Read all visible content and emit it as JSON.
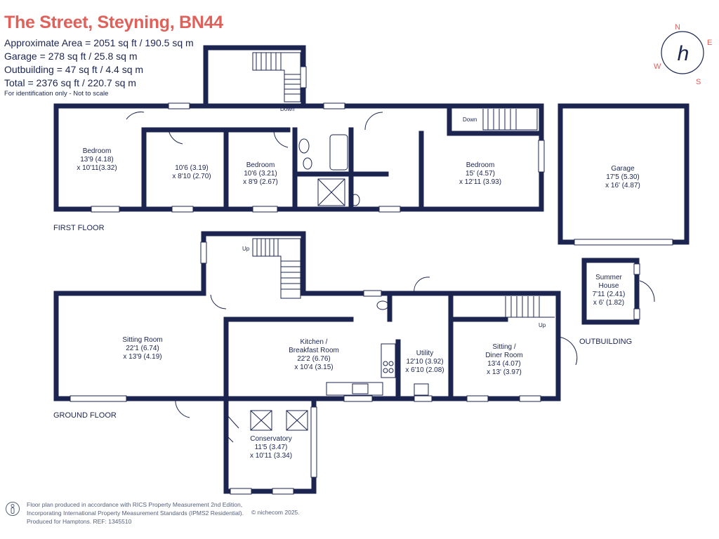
{
  "header": {
    "title": "The Street, Steyning, BN44",
    "area_lines": [
      "Approximate Area = 2051 sq ft / 190.5 sq m",
      "Garage = 278 sq ft / 25.8 sq m",
      "Outbuilding = 47 sq ft / 4.4 sq m",
      "Total = 2376 sq ft / 220.7 sq m"
    ],
    "note": "For identification only - Not to scale"
  },
  "floors": {
    "first": "FIRST FLOOR",
    "ground": "GROUND FLOOR",
    "outbuilding": "OUTBUILDING"
  },
  "rooms": {
    "bedroom1": [
      "Bedroom",
      "13'9 (4.18)",
      "x 10'11(3.32)"
    ],
    "room_small": [
      "10'6 (3.19)",
      "x 8'10 (2.70)"
    ],
    "bedroom2": [
      "Bedroom",
      "10'6 (3.21)",
      "x 8'9 (2.67)"
    ],
    "bedroom3": [
      "Bedroom",
      "15' (4.57)",
      "x 12'11 (3.93)"
    ],
    "garage": [
      "Garage",
      "17'5 (5.30)",
      "x 16' (4.87)"
    ],
    "sitting": [
      "Sitting Room",
      "22'1 (6.74)",
      "x 13'9 (4.19)"
    ],
    "kitchen": [
      "Kitchen /",
      "Breakfast Room",
      "22'2 (6.76)",
      "x 10'4 (3.15)"
    ],
    "utility": [
      "Utility",
      "12'10 (3.92)",
      "x 6'10 (2.08)"
    ],
    "diner": [
      "Sitting /",
      "Diner Room",
      "13'4 (4.07)",
      "x 13' (3.97)"
    ],
    "conservatory": [
      "Conservatory",
      "11'5 (3.47)",
      "x 10'11 (3.34)"
    ],
    "summer_house": [
      "Summer",
      "House",
      "7'11 (2.41)",
      "x 6' (1.82)"
    ]
  },
  "stair_labels": {
    "down1": "Down",
    "down2": "Down",
    "up1": "Up",
    "up2": "Up"
  },
  "compass": {
    "n": "N",
    "w": "W",
    "s": "S",
    "e": "E",
    "logo": "h",
    "color": "#e0605a"
  },
  "footer": {
    "lines": [
      "Floor plan produced in accordance with RICS Property Measurement 2nd Edition,",
      "Incorporating International Property Measurement Standards (IPMS2 Residential).",
      "Produced for Hamptons.   REF:  1345510"
    ],
    "copyright": "© nichecom 2025."
  },
  "colors": {
    "wall": "#1b2550",
    "accent": "#e0605a"
  }
}
